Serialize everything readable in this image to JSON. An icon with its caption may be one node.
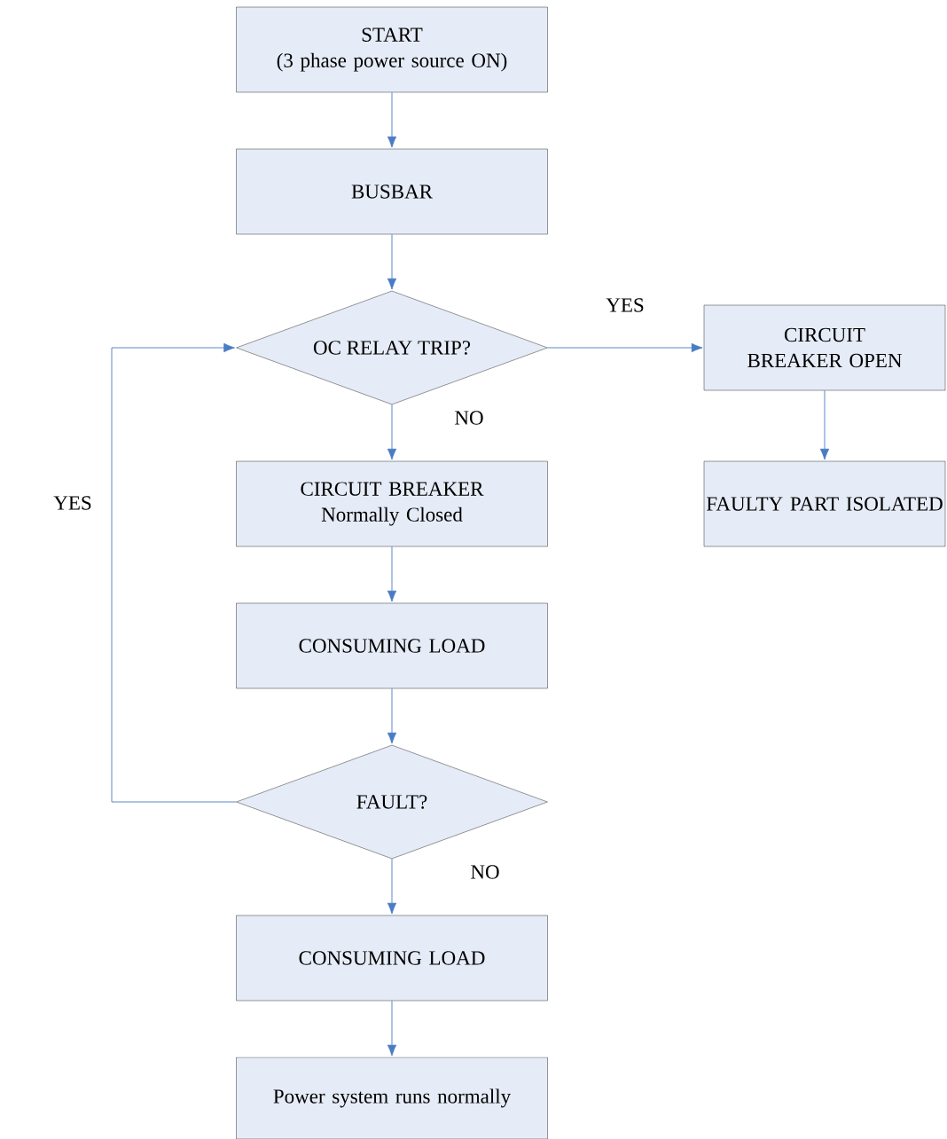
{
  "diagram": {
    "nodes": [
      {
        "text": [
          "START",
          "(3 phase power source ON)"
        ]
      },
      {
        "text": [
          "BUSBAR"
        ]
      },
      {
        "text": [
          "OC RELAY TRIP?"
        ]
      },
      {
        "text": [
          "CIRCUIT BREAKER OPEN"
        ]
      },
      {
        "text": [
          "FAULTY PART ISOLATED"
        ]
      },
      {
        "text": [
          "CIRCUIT BREAKER",
          "Normally Closed"
        ]
      },
      {
        "text": [
          "CONSUMING LOAD"
        ]
      },
      {
        "text": [
          "FAULT?"
        ]
      },
      {
        "text": [
          "CONSUMING LOAD"
        ]
      },
      {
        "text": [
          "Power system runs normally"
        ]
      }
    ],
    "edges": [
      {
        "from": 0,
        "to": 1,
        "arrow": "to"
      },
      {
        "from": 1,
        "to": 2,
        "arrow": "to"
      },
      {
        "from": 2,
        "to": 3,
        "arrow": "to",
        "label": "YES"
      },
      {
        "from": 2,
        "to": 5,
        "arrow": "to",
        "label": "NO"
      },
      {
        "from": 3,
        "to": 4,
        "arrow": "to"
      },
      {
        "from": 5,
        "to": 6,
        "arrow": "to"
      },
      {
        "from": 6,
        "to": 7,
        "arrow": "to"
      },
      {
        "from": 7,
        "to": 2,
        "arrow": "to",
        "label": "YES"
      },
      {
        "from": 7,
        "to": 8,
        "arrow": "to",
        "label": "NO"
      },
      {
        "from": 8,
        "to": 9,
        "arrow": "to"
      }
    ]
  }
}
